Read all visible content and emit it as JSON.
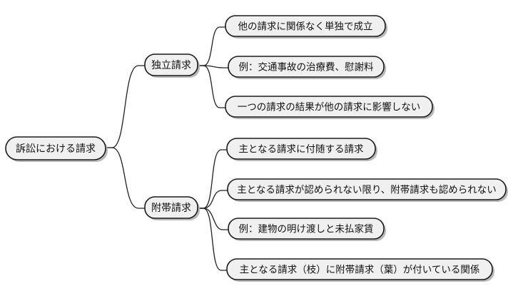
{
  "diagram": {
    "type": "mind-map",
    "title_text": "訴訟における請求",
    "background_color": "#ffffff",
    "node_fill_color": "#f0f0f0",
    "node_border_color": "#1b1b1b",
    "connector_color": "#222222",
    "shadow_color": "#b9b9b9",
    "root": {
      "label": "訴訟における請求"
    },
    "branches": [
      {
        "label": "独立請求",
        "children": [
          {
            "label": "他の請求に関係なく単独で成立"
          },
          {
            "label": "例：交通事故の治療費、慰謝料"
          },
          {
            "label": "一つの請求の結果が他の請求に影響しない"
          }
        ]
      },
      {
        "label": "附帯請求",
        "children": [
          {
            "label": "主となる請求に付随する請求"
          },
          {
            "label": "主となる請求が認められない限り、附帯請求も認められない"
          },
          {
            "label": "例：建物の明け渡しと未払家賃"
          },
          {
            "label": "主となる請求（枝）に附帯請求（葉）が付いている関係"
          }
        ]
      }
    ]
  }
}
